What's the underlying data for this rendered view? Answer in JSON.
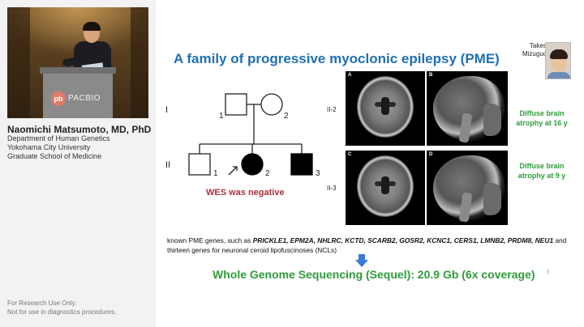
{
  "presenter": {
    "name": "Naomichi Matsumoto, MD, PhD",
    "affiliation": [
      "Department of Human Genetics",
      "Yokohama City University",
      "Graduate School of Medicine"
    ],
    "disclaimer": [
      "For Research Use Only.",
      "Not for use in diagnostics procedures."
    ]
  },
  "video": {
    "podium_logo": "PACBIO",
    "podium_badge": "pb"
  },
  "slide": {
    "title": "A family of progressive myoclonic epilepsy (PME)",
    "author_first": "Takeshi",
    "author_last": "Mizuguchi",
    "pedigree": {
      "generations": [
        "I",
        "II"
      ],
      "individuals": [
        "1",
        "2",
        "1",
        "2",
        "3"
      ],
      "note": "WES was negative"
    },
    "mri": {
      "rows": [
        {
          "label": "II-2",
          "finding": "Diffuse brain atrophy at 16 y",
          "letters": [
            "A",
            "B"
          ]
        },
        {
          "label": "II-3",
          "finding": "Diffuse brain atrophy at 9 y",
          "letters": [
            "C",
            "D"
          ]
        }
      ]
    },
    "genes": {
      "prefix": "known PME genes, such as",
      "list": "PRICKLE1, EPM2A, NHLRC, KCTD, SCARB2, GOSR2, KCNC1, CERS1, LMNB2, PRDM8, NEU1",
      "suffix": "and thirteen genes for neuronal ceroid lipofuscinoses (NCLs)"
    },
    "sequencing": "Whole Genome Sequencing (Sequel): 20.9 Gb (6x coverage)",
    "page_number": "5"
  },
  "colors": {
    "title_blue": "#1f6fb5",
    "finding_green": "#2e9d3a",
    "note_red": "#b0303a",
    "arrow_blue": "#3a7bd5"
  }
}
